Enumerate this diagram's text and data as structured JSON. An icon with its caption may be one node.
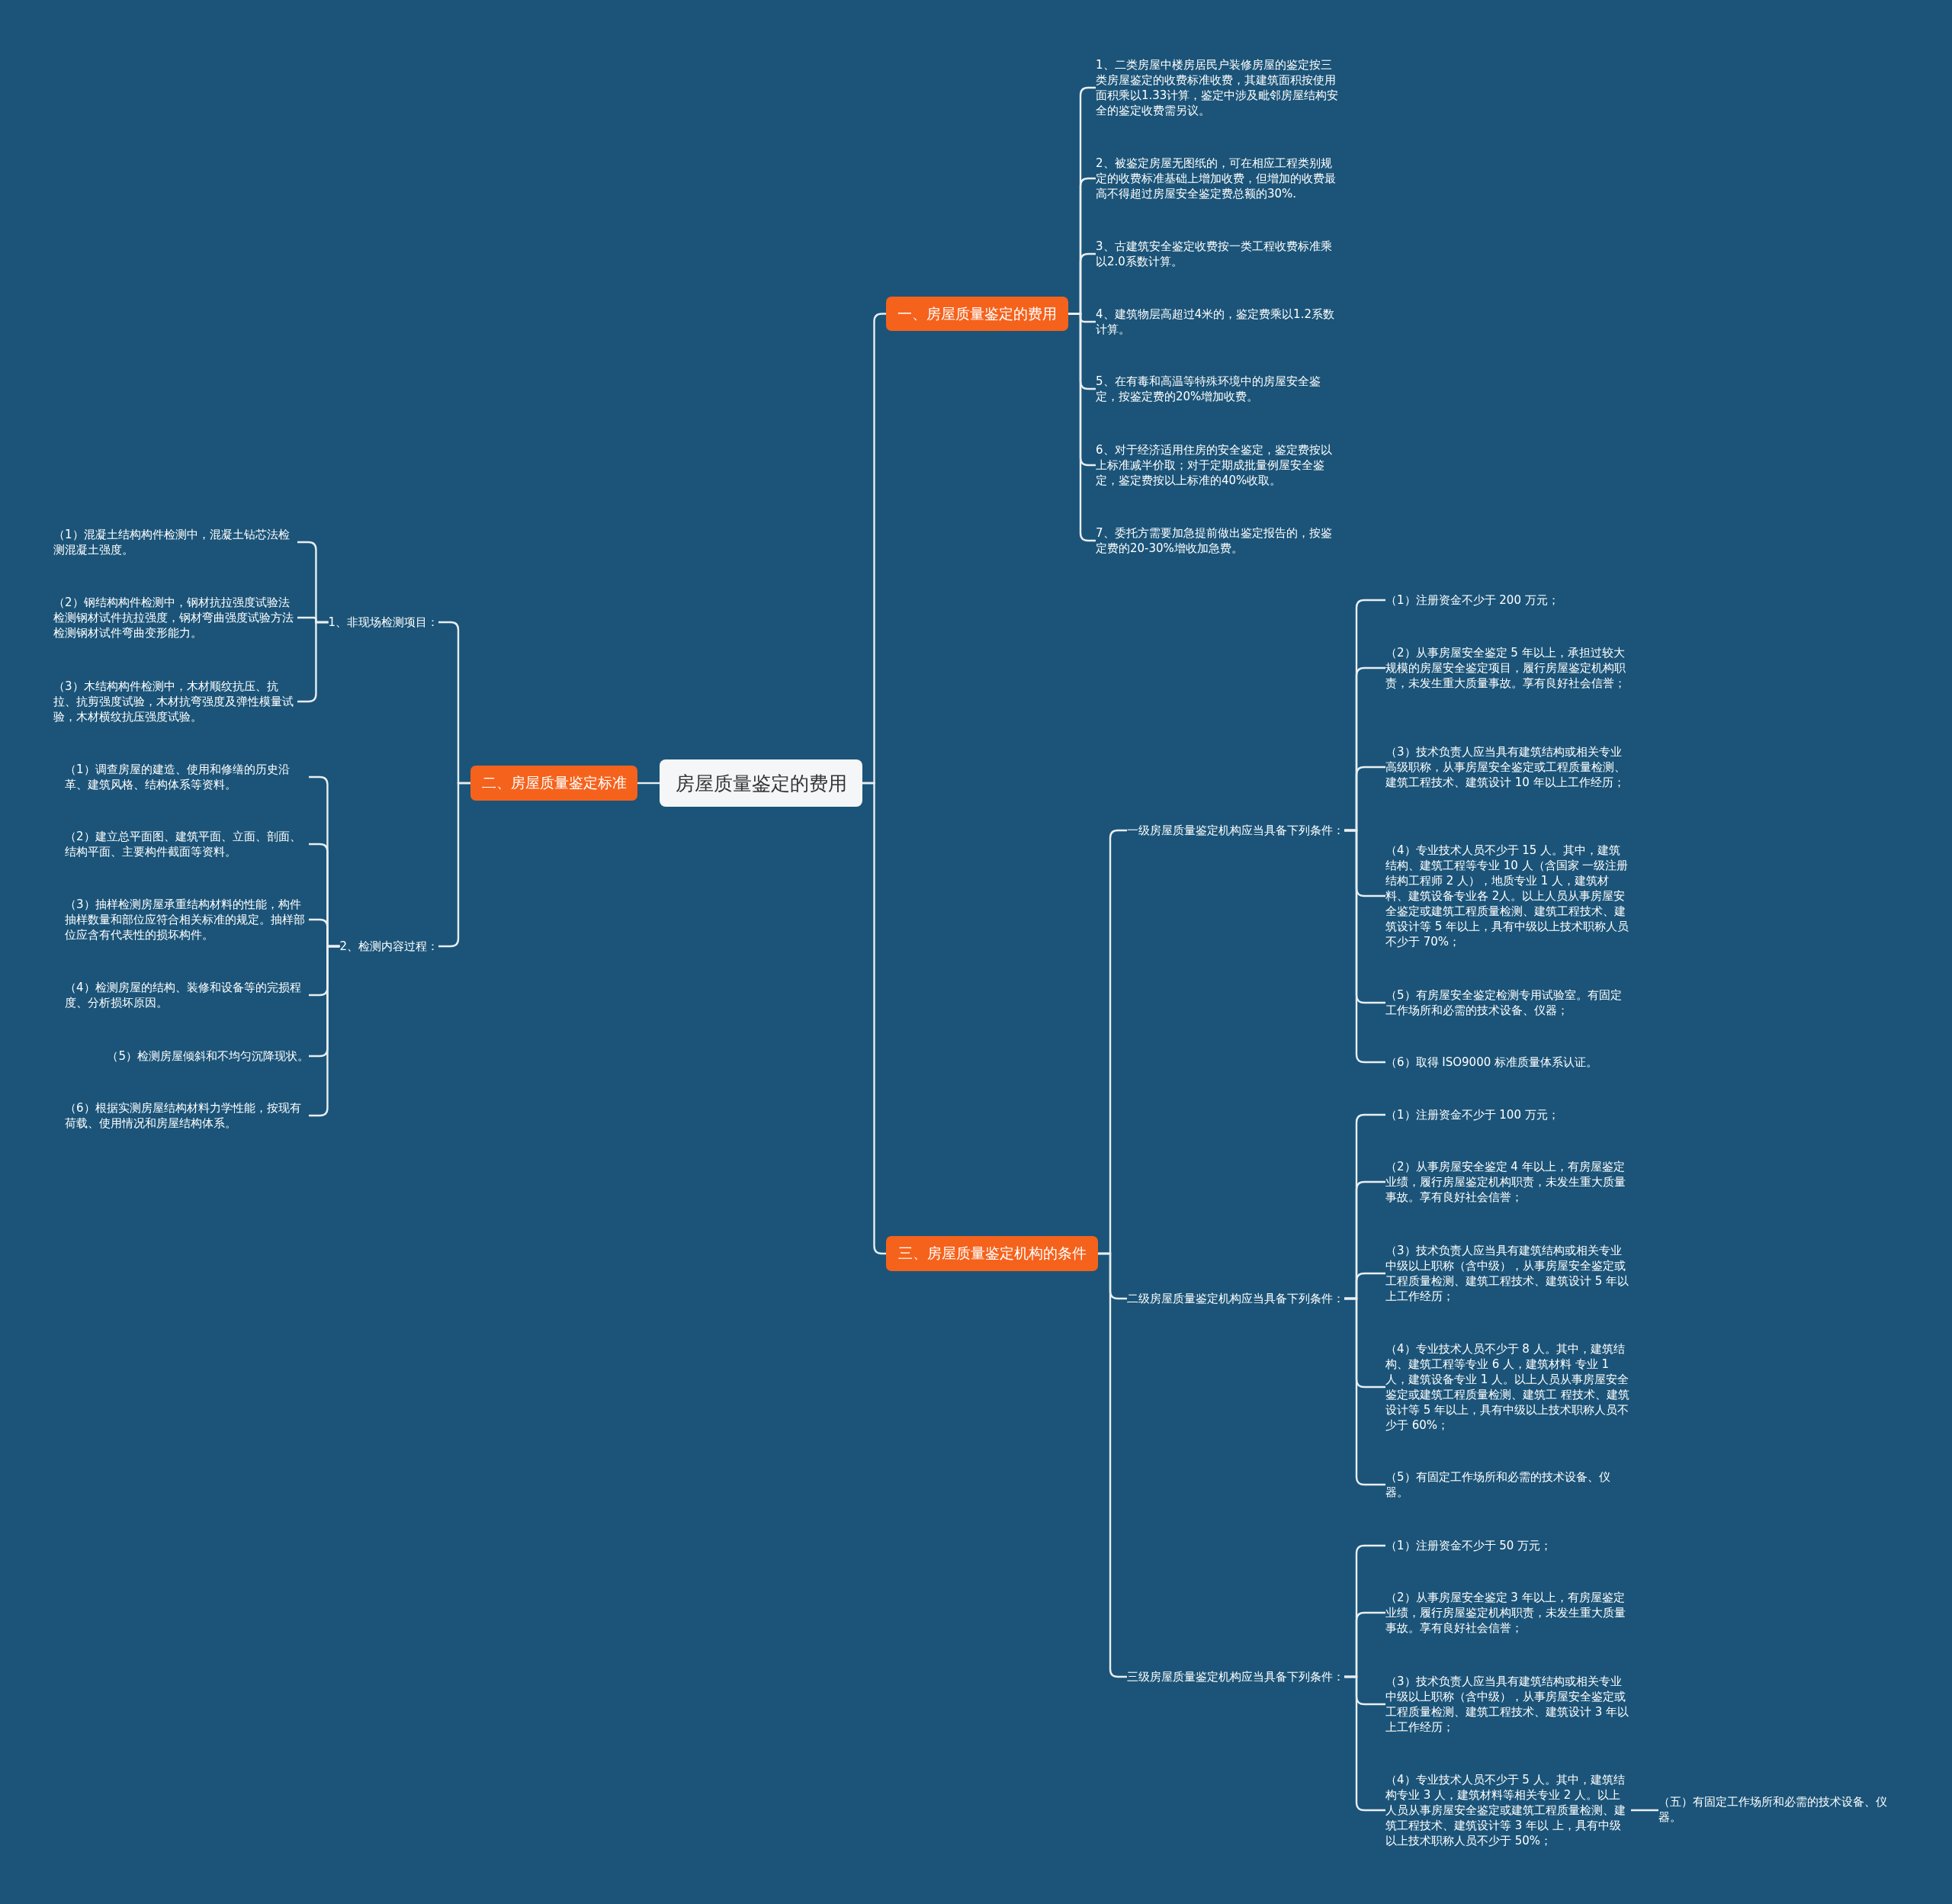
{
  "diagram": {
    "nodes": [
      {
        "text": [
          "房屋质量鉴定的费用"
        ]
      },
      {
        "text": [
          "一、房屋质量鉴定的费用"
        ]
      },
      {
        "text": [
          "1、二类房屋中楼房居民户装修房屋的鉴定按三类房屋鉴定的收费标准收费，其建筑面积按使用面积乘以1.33计算，鉴定中涉及毗邻房屋结构安全的鉴定收费需另议。"
        ]
      },
      {
        "text": [
          "2、被鉴定房屋无图纸的，可在相应工程类别规定的收费标准基础上增加收费，但增加的收费最高不得超过房屋安全鉴定费总额的30%."
        ]
      },
      {
        "text": [
          "3、古建筑安全鉴定收费按一类工程收费标准乘以2.0系数计算。"
        ]
      },
      {
        "text": [
          "4、建筑物层高超过4米的，鉴定费乘以1.2系数计算。"
        ]
      },
      {
        "text": [
          "5、在有毒和高温等特殊环境中的房屋安全鉴定，按鉴定费的20%增加收费。"
        ]
      },
      {
        "text": [
          "6、对于经济适用住房的安全鉴定，鉴定费按以上标准减半价取；对于定期成批量例屋安全鉴定，鉴定费按以上标准的40%收取。"
        ]
      },
      {
        "text": [
          "7、委托方需要加急提前做出鉴定报告的，按鉴定费的20-30%增收加急费。"
        ]
      },
      {
        "text": [
          "二、房屋质量鉴定标准"
        ]
      },
      {
        "text": [
          "1、非现场检测项目："
        ]
      },
      {
        "text": [
          "（1）混凝土结构构件检测中，混凝土钻芯法检测混凝土强度。"
        ]
      },
      {
        "text": [
          "（2）钢结构构件检测中，钢材抗拉强度试验法检测钢材试件抗拉强度，钢材弯曲强度试验方法检测钢材试件弯曲变形能力。"
        ]
      },
      {
        "text": [
          "（3）木结构构件检测中，木材顺纹抗压、抗拉、抗剪强度试验，木材抗弯强度及弹性模量试验，木材横纹抗压强度试验。"
        ]
      },
      {
        "text": [
          "2、检测内容过程："
        ]
      },
      {
        "text": [
          "（1）调查房屋的建造、使用和修缮的历史沿革、建筑风格、结构体系等资料。"
        ]
      },
      {
        "text": [
          "（2）建立总平面图、建筑平面、立面、剖面、结构平面、主要构件截面等资料。"
        ]
      },
      {
        "text": [
          "（3）抽样检测房屋承重结构材料的性能，构件抽样数量和部位应符合相关标准的规定。抽样部位应含有代表性的损坏构件。"
        ]
      },
      {
        "text": [
          "（4）检测房屋的结构、装修和设备等的完损程度、分析损坏原因。"
        ]
      },
      {
        "text": [
          "（5）检测房屋倾斜和不均匀沉降现状。"
        ]
      },
      {
        "text": [
          "（6）根据实测房屋结构材料力学性能，按现有荷载、使用情况和房屋结构体系。"
        ]
      },
      {
        "text": [
          "三、房屋质量鉴定机构的条件"
        ]
      },
      {
        "text": [
          "一级房屋质量鉴定机构应当具备下列条件："
        ]
      },
      {
        "text": [
          "（1）注册资金不少于 200 万元；"
        ]
      },
      {
        "text": [
          "（2）从事房屋安全鉴定 5 年以上，承担过较大规模的房屋安全鉴定项目，履行房屋鉴定机构职责，未发生重大质量事故。享有良好社会信誉；"
        ]
      },
      {
        "text": [
          "（3）技术负责人应当具有建筑结构或相关专业高级职称，从事房屋安全鉴定或工程质量检测、建筑工程技术、建筑设计 10 年以上工作经历；"
        ]
      },
      {
        "text": [
          "（4）专业技术人员不少于 15 人。其中，建筑结构、建筑工程等专业 10 人（含国家 一级注册结构工程师 2 人），地质专业 1 人，建筑材料、建筑设备专业各 2人。以上人员从事房屋安全鉴定或建筑工程质量检测、建筑工程技术、建筑设计等 5 年以上，具有中级以上技术职称人员不少于 70%；"
        ]
      },
      {
        "text": [
          "（5）有房屋安全鉴定检测专用试验室。有固定工作场所和必需的技术设备、仪器；"
        ]
      },
      {
        "text": [
          "（6）取得 ISO9000 标准质量体系认证。"
        ]
      },
      {
        "text": [
          "二级房屋质量鉴定机构应当具备下列条件："
        ]
      },
      {
        "text": [
          "（1）注册资金不少于 100 万元；"
        ]
      },
      {
        "text": [
          "（2）从事房屋安全鉴定 4 年以上，有房屋鉴定业绩，履行房屋鉴定机构职责，未发生重大质量事故。享有良好社会信誉；"
        ]
      },
      {
        "text": [
          "（3）技术负责人应当具有建筑结构或相关专业中级以上职称（含中级），从事房屋安全鉴定或工程质量检测、建筑工程技术、建筑设计 5 年以上工作经历；"
        ]
      },
      {
        "text": [
          "（4）专业技术人员不少于 8 人。其中，建筑结构、建筑工程等专业 6 人，建筑材料 专业 1 人，建筑设备专业 1 人。以上人员从事房屋安全鉴定或建筑工程质量检测、建筑工 程技术、建筑设计等 5 年以上，具有中级以上技术职称人员不少于 60%；"
        ]
      },
      {
        "text": [
          "（5）有固定工作场所和必需的技术设备、仪器。"
        ]
      },
      {
        "text": [
          "三级房屋质量鉴定机构应当具备下列条件："
        ]
      },
      {
        "text": [
          "（1）注册资金不少于 50 万元；"
        ]
      },
      {
        "text": [
          "（2）从事房屋安全鉴定 3 年以上，有房屋鉴定业绩，履行房屋鉴定机构职责，未发生重大质量事故。享有良好社会信誉；"
        ]
      },
      {
        "text": [
          "（3）技术负责人应当具有建筑结构或相关专业中级以上职称（含中级），从事房屋安全鉴定或工程质量检测、建筑工程技术、建筑设计 3 年以上工作经历；"
        ]
      },
      {
        "text": [
          "（4）专业技术人员不少于 5 人。其中，建筑结构专业 3 人，建筑材料等相关专业 2 人。以上人员从事房屋安全鉴定或建筑工程质量检测、建筑工程技术、建筑设计等 3 年以 上，具有中级以上技术职称人员不少于 50%；"
        ]
      },
      {
        "text": [
          "（五）有固定工作场所和必需的技术设备、仪器。"
        ]
      }
    ],
    "edges": [
      {
        "from": 0,
        "to": 1,
        "arrow": "none"
      },
      {
        "from": 1,
        "to": 2,
        "arrow": "none"
      },
      {
        "from": 1,
        "to": 3,
        "arrow": "none"
      },
      {
        "from": 1,
        "to": 4,
        "arrow": "none"
      },
      {
        "from": 1,
        "to": 5,
        "arrow": "none"
      },
      {
        "from": 1,
        "to": 6,
        "arrow": "none"
      },
      {
        "from": 1,
        "to": 7,
        "arrow": "none"
      },
      {
        "from": 1,
        "to": 8,
        "arrow": "none"
      },
      {
        "from": 0,
        "to": 9,
        "arrow": "none"
      },
      {
        "from": 9,
        "to": 10,
        "arrow": "none"
      },
      {
        "from": 10,
        "to": 11,
        "arrow": "none"
      },
      {
        "from": 10,
        "to": 12,
        "arrow": "none"
      },
      {
        "from": 10,
        "to": 13,
        "arrow": "none"
      },
      {
        "from": 9,
        "to": 14,
        "arrow": "none"
      },
      {
        "from": 14,
        "to": 15,
        "arrow": "none"
      },
      {
        "from": 14,
        "to": 16,
        "arrow": "none"
      },
      {
        "from": 14,
        "to": 17,
        "arrow": "none"
      },
      {
        "from": 14,
        "to": 18,
        "arrow": "none"
      },
      {
        "from": 14,
        "to": 19,
        "arrow": "none"
      },
      {
        "from": 14,
        "to": 20,
        "arrow": "none"
      },
      {
        "from": 0,
        "to": 21,
        "arrow": "none"
      },
      {
        "from": 21,
        "to": 22,
        "arrow": "none"
      },
      {
        "from": 22,
        "to": 23,
        "arrow": "none"
      },
      {
        "from": 22,
        "to": 24,
        "arrow": "none"
      },
      {
        "from": 22,
        "to": 25,
        "arrow": "none"
      },
      {
        "from": 22,
        "to": 26,
        "arrow": "none"
      },
      {
        "from": 22,
        "to": 27,
        "arrow": "none"
      },
      {
        "from": 22,
        "to": 28,
        "arrow": "none"
      },
      {
        "from": 21,
        "to": 29,
        "arrow": "none"
      },
      {
        "from": 29,
        "to": 30,
        "arrow": "none"
      },
      {
        "from": 29,
        "to": 31,
        "arrow": "none"
      },
      {
        "from": 29,
        "to": 32,
        "arrow": "none"
      },
      {
        "from": 29,
        "to": 33,
        "arrow": "none"
      },
      {
        "from": 29,
        "to": 34,
        "arrow": "none"
      },
      {
        "from": 21,
        "to": 35,
        "arrow": "none"
      },
      {
        "from": 35,
        "to": 36,
        "arrow": "none"
      },
      {
        "from": 35,
        "to": 37,
        "arrow": "none"
      },
      {
        "from": 35,
        "to": 38,
        "arrow": "none"
      },
      {
        "from": 35,
        "to": 39,
        "arrow": "none"
      },
      {
        "from": 39,
        "to": 40,
        "arrow": "none"
      }
    ]
  }
}
